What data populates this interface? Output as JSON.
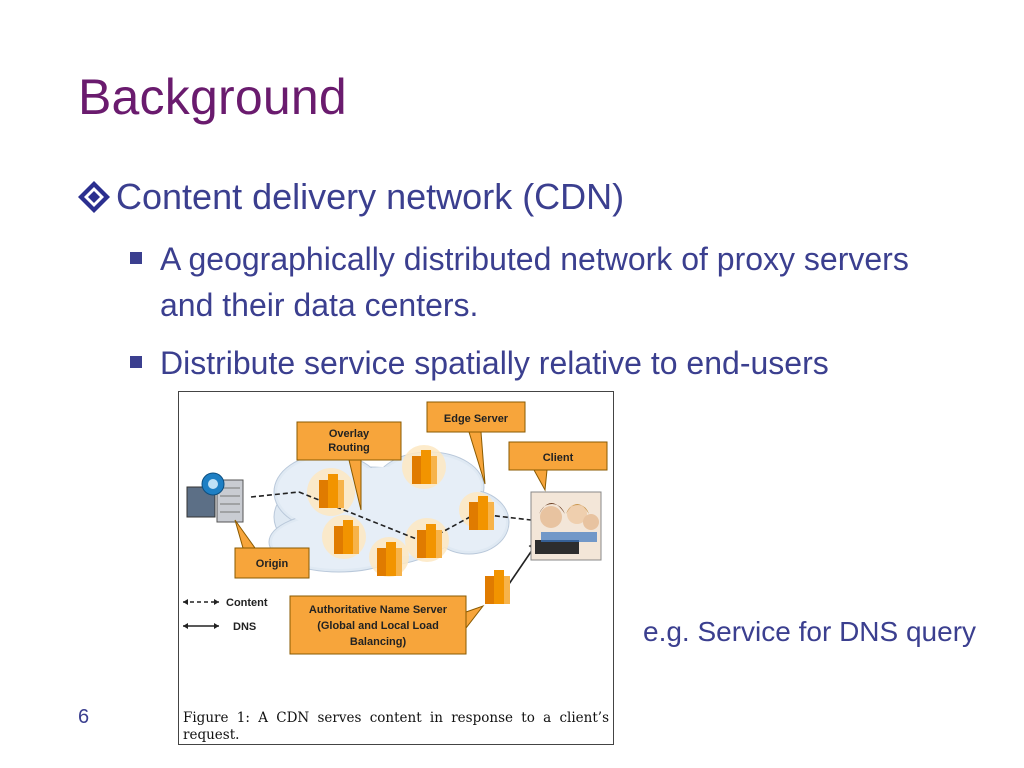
{
  "slide": {
    "title": "Background",
    "bullet_l1": "Content delivery network (CDN)",
    "bullets_l2": [
      "A geographically distributed network of proxy servers and their data centers.",
      "Distribute service spatially relative to end-users"
    ],
    "note": "e.g. Service for DNS query",
    "page_number": "6"
  },
  "figure": {
    "labels": {
      "overlay_routing_1": "Overlay",
      "overlay_routing_2": "Routing",
      "edge_server": "Edge Server",
      "client": "Client",
      "origin": "Origin",
      "ans_1": "Authoritative Name Server",
      "ans_2": "(Global and Local Load",
      "ans_3": "Balancing)",
      "legend_content": "Content",
      "legend_dns": "DNS"
    },
    "caption": "Figure 1: A CDN serves content in response to a client’s request."
  },
  "colors": {
    "title": "#6a1b6e",
    "text": "#3b3f8f",
    "callout_fill": "#f7a53b",
    "server_orange": "#f29400"
  }
}
